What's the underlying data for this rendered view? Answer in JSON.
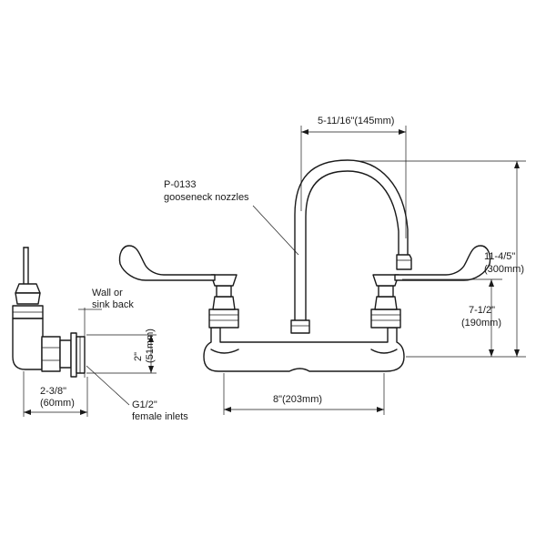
{
  "labels": {
    "nozzle_code": "P-0133",
    "nozzle_desc": "gooseneck nozzles",
    "wall_line1": "Wall or",
    "wall_line2": "sink back",
    "inlet_line1": "G1/2\"",
    "inlet_line2": "female inlets"
  },
  "dimensions": {
    "spout_reach": "5-11/16\"(145mm)",
    "height_total_in": "11-4/5\"",
    "height_total_mm": "(300mm)",
    "height_handle_in": "7-1/2\"",
    "height_handle_mm": "(190mm)",
    "centers": "8\"(203mm)",
    "inlet_height_in": "2\"",
    "inlet_height_mm": "(51mm)",
    "projection_in": "2-3/8\"",
    "projection_mm": "(60mm)"
  },
  "colors": {
    "line": "#1a1a1a",
    "background": "#ffffff"
  }
}
